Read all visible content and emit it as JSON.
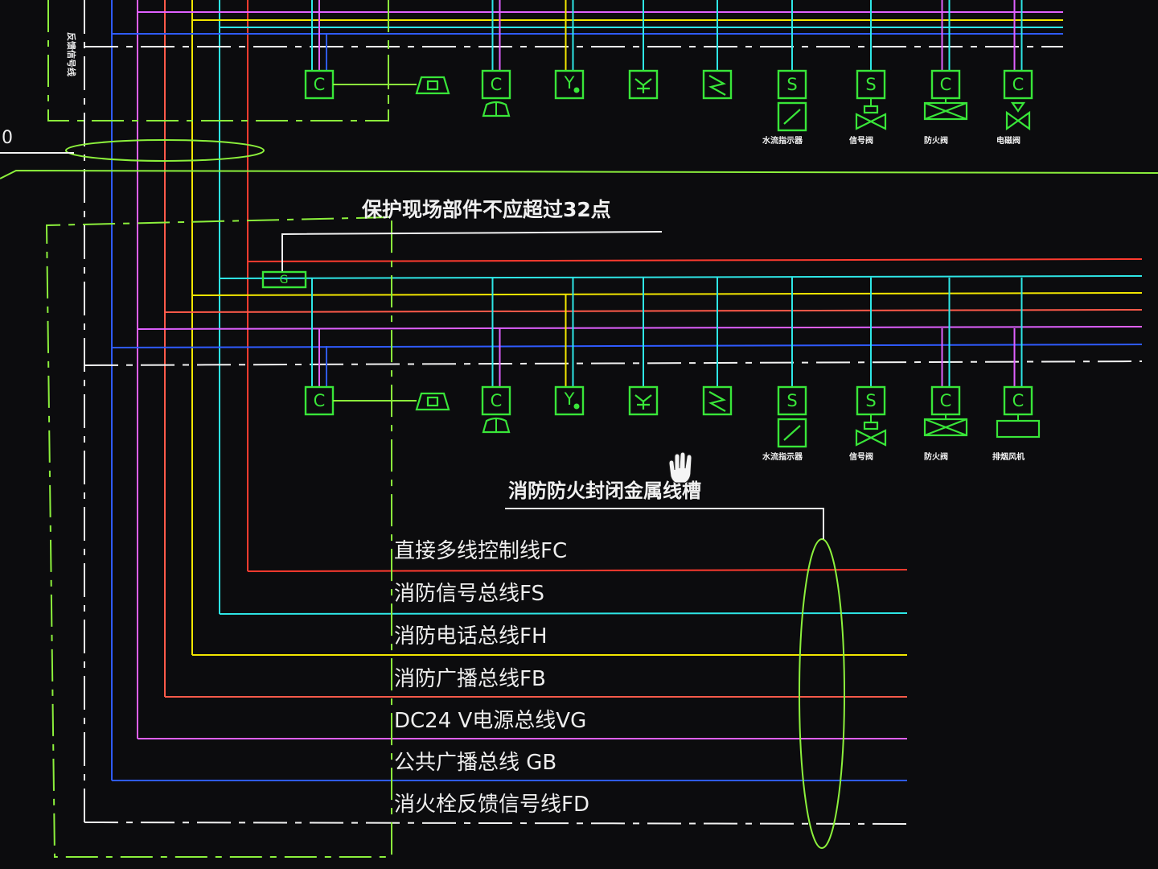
{
  "colors": {
    "background": "#0c0c0e",
    "device_green": "#39e639",
    "FC": "#ff3b2f",
    "FS": "#2ee6e6",
    "FH": "#f2e600",
    "FB": "#ff5a4a",
    "VG": "#e060ff",
    "GB": "#2f5bff",
    "FD": "#f2f2f2",
    "enclosure": "#8cf03c"
  },
  "left_edge_char": "0",
  "vertical_side_label": "反馈信号线",
  "top_note": "保护现场部件不应超过32点",
  "tray_note": "消防防火封闭金属线槽",
  "isolator_letter": "G",
  "upper_row": {
    "devices": [
      {
        "id": "c1",
        "letter": "C",
        "symbol": "module",
        "caption": ""
      },
      {
        "id": "speaker",
        "letter": "",
        "symbol": "speaker",
        "caption": ""
      },
      {
        "id": "c2",
        "letter": "C",
        "symbol": "module-bell",
        "caption": ""
      },
      {
        "id": "ys",
        "letter": "Y",
        "symbol": "manual-alarm",
        "caption": ""
      },
      {
        "id": "yh",
        "letter": "",
        "symbol": "hydrant-button",
        "caption": ""
      },
      {
        "id": "sk",
        "letter": "",
        "symbol": "smoke",
        "caption": ""
      },
      {
        "id": "s1",
        "letter": "S",
        "symbol": "flow-switch",
        "caption": "水流指示器"
      },
      {
        "id": "s2",
        "letter": "S",
        "symbol": "signal-valve",
        "caption": "信号阀"
      },
      {
        "id": "c3",
        "letter": "C",
        "symbol": "damper",
        "caption": "防火阀"
      },
      {
        "id": "c4",
        "letter": "C",
        "symbol": "solenoid-valve",
        "caption": "电磁阀"
      }
    ]
  },
  "lower_row": {
    "devices": [
      {
        "id": "c1",
        "letter": "C",
        "symbol": "module",
        "caption": ""
      },
      {
        "id": "speaker",
        "letter": "",
        "symbol": "speaker",
        "caption": ""
      },
      {
        "id": "c2",
        "letter": "C",
        "symbol": "module-bell",
        "caption": ""
      },
      {
        "id": "ys",
        "letter": "Y",
        "symbol": "manual-alarm",
        "caption": ""
      },
      {
        "id": "yh",
        "letter": "",
        "symbol": "hydrant-button",
        "caption": ""
      },
      {
        "id": "sk",
        "letter": "",
        "symbol": "smoke",
        "caption": ""
      },
      {
        "id": "s1",
        "letter": "S",
        "symbol": "flow-switch",
        "caption": "水流指示器"
      },
      {
        "id": "s2",
        "letter": "S",
        "symbol": "signal-valve",
        "caption": "信号阀"
      },
      {
        "id": "c3",
        "letter": "C",
        "symbol": "damper",
        "caption": "防火阀"
      },
      {
        "id": "c4",
        "letter": "C",
        "symbol": "fan",
        "caption": "排烟风机"
      }
    ]
  },
  "bus_legend": [
    {
      "code": "FC",
      "label": "直接多线控制线FC"
    },
    {
      "code": "FS",
      "label": "消防信号总线FS"
    },
    {
      "code": "FH",
      "label": "消防电话总线FH"
    },
    {
      "code": "FB",
      "label": "消防广播总线FB"
    },
    {
      "code": "VG",
      "label": "DC24 V电源总线VG"
    },
    {
      "code": "GB",
      "label": "公共广播总线  GB"
    },
    {
      "code": "FD",
      "label": "消火栓反馈信号线FD"
    }
  ]
}
